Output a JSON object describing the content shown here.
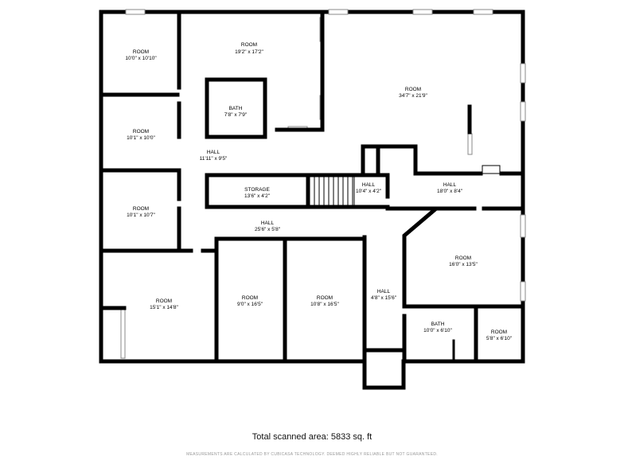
{
  "rooms": [
    {
      "id": "room-a",
      "name": "ROOM",
      "dims": "10'0\" x 10'10\""
    },
    {
      "id": "room-b",
      "name": "ROOM",
      "dims": "19'2\" x 17'2\""
    },
    {
      "id": "bath-a",
      "name": "BATH",
      "dims": "7'8\" x 7'9\""
    },
    {
      "id": "room-c",
      "name": "ROOM",
      "dims": "34'7\" x 21'9\""
    },
    {
      "id": "room-d",
      "name": "ROOM",
      "dims": "10'1\" x 10'0\""
    },
    {
      "id": "hall-a",
      "name": "HALL",
      "dims": "11'11\" x 9'5\""
    },
    {
      "id": "storage",
      "name": "STORAGE",
      "dims": "13'6\" x 4'2\""
    },
    {
      "id": "hall-b",
      "name": "HALL",
      "dims": "10'4\" x 4'2\""
    },
    {
      "id": "hall-c",
      "name": "HALL",
      "dims": "18'0\" x 8'4\""
    },
    {
      "id": "room-e",
      "name": "ROOM",
      "dims": "10'1\" x 10'7\""
    },
    {
      "id": "hall-d",
      "name": "HALL",
      "dims": "25'6\" x 5'8\""
    },
    {
      "id": "room-f",
      "name": "ROOM",
      "dims": "16'0\" x 13'5\""
    },
    {
      "id": "room-g",
      "name": "ROOM",
      "dims": "15'1\" x 14'8\""
    },
    {
      "id": "room-h",
      "name": "ROOM",
      "dims": "9'0\" x 16'5\""
    },
    {
      "id": "room-i",
      "name": "ROOM",
      "dims": "10'8\" x 16'5\""
    },
    {
      "id": "hall-e",
      "name": "HALL",
      "dims": "4'8\" x 15'6\""
    },
    {
      "id": "bath-b",
      "name": "BATH",
      "dims": "10'0\" x 6'10\""
    },
    {
      "id": "room-j",
      "name": "ROOM",
      "dims": "5'8\" x 6'10\""
    }
  ],
  "footer": {
    "total": "Total scanned area: 5833 sq. ft",
    "disclaimer": "MEASUREMENTS ARE CALCULATED BY CUBICASA TECHNOLOGY. DEEMED HIGHLY RELIABLE BUT NOT GUARANTEED."
  }
}
